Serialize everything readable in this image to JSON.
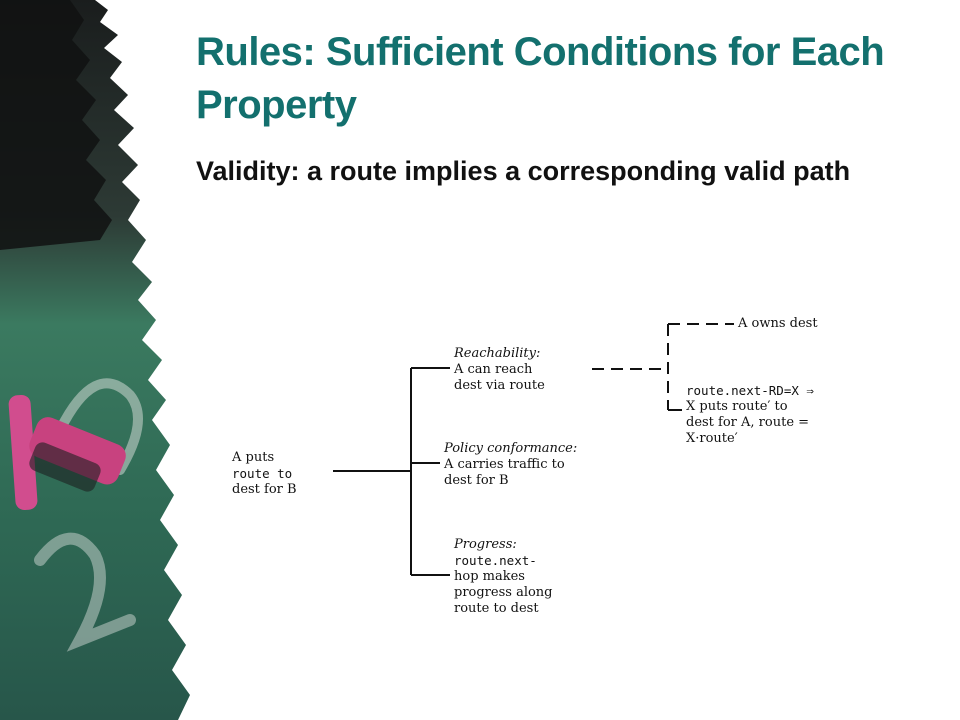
{
  "slide": {
    "title": "Rules: Sufficient Conditions for Each Property",
    "bullet": "Validity: a route implies a corresponding valid path"
  },
  "diagram": {
    "root": {
      "lines": [
        "A puts",
        "route to",
        "dest for B"
      ]
    },
    "reachability": {
      "heading": "Reachability:",
      "lines": [
        "A can reach",
        "dest via route"
      ]
    },
    "policy": {
      "heading": "Policy conformance:",
      "lines": [
        "A carries traffic to",
        "dest for B"
      ]
    },
    "progress": {
      "heading": "Progress:",
      "lines": [
        "route.next-",
        "hop makes",
        "progress along",
        "route to dest"
      ]
    },
    "owns": {
      "text": "A owns dest"
    },
    "nextrd": {
      "lines": [
        "route.next-RD=X ⇒",
        "X puts route′ to",
        "dest for A, route =",
        "X·route′"
      ]
    }
  },
  "colors": {
    "title": "#13706e",
    "chalkboard": "#2e6a55"
  }
}
